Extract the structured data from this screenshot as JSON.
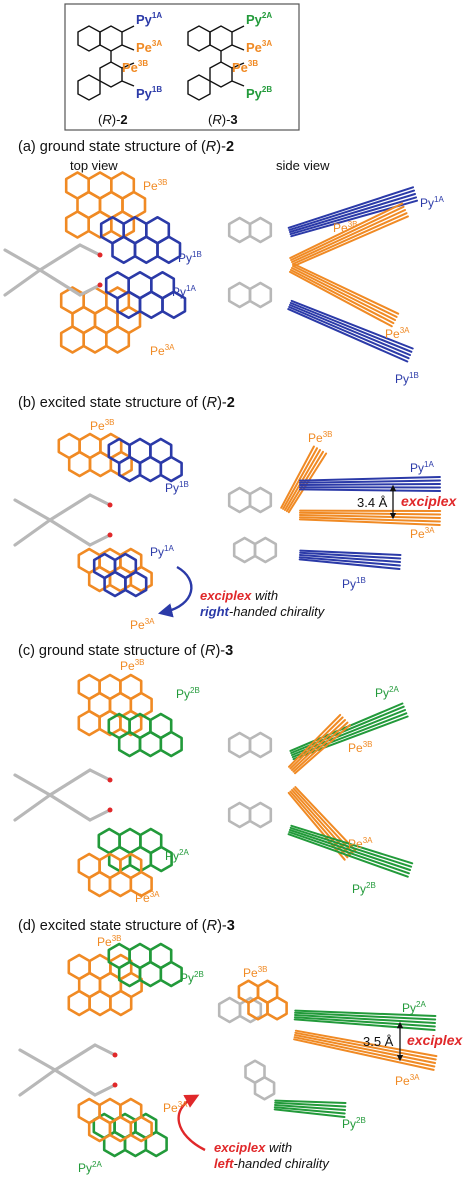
{
  "colors": {
    "py": "#2b3aa8",
    "pe": "#f08a24",
    "py3": "#229a3a",
    "red": "#e0282a",
    "stick": "#b8b8b8",
    "box": "#555555"
  },
  "schemes": [
    {
      "compound": "2",
      "py_a": "Py",
      "py_a_sup": "1A",
      "pe_a": "Pe",
      "pe_a_sup": "3A",
      "pe_b": "Pe",
      "pe_b_sup": "3B",
      "py_b": "Py",
      "py_b_sup": "1B",
      "caption_pre": "(",
      "caption_r": "R",
      "caption_post": ")-",
      "caption_num": "2"
    },
    {
      "compound": "3",
      "py_a": "Py",
      "py_a_sup": "2A",
      "pe_a": "Pe",
      "pe_a_sup": "3A",
      "pe_b": "Pe",
      "pe_b_sup": "3B",
      "py_b": "Py",
      "py_b_sup": "2B",
      "caption_pre": "(",
      "caption_r": "R",
      "caption_post": ")-",
      "caption_num": "3"
    }
  ],
  "panels": [
    {
      "id": "a",
      "caption_pre": "(a) ground state structure of (",
      "caption_r": "R",
      "caption_post": ")-",
      "caption_num": "2",
      "top_view": "top view",
      "side_view": "side view"
    },
    {
      "id": "b",
      "caption_pre": "(b) excited state structure of (",
      "caption_r": "R",
      "caption_post": ")-",
      "caption_num": "2",
      "distance": "3.4 Å",
      "exciplex": "exciplex",
      "note_exciplex": "exciplex",
      "note_with": " with",
      "note_hand": "right",
      "note_rest": "-handed chirality"
    },
    {
      "id": "c",
      "caption_pre": "(c) ground state structure of (",
      "caption_r": "R",
      "caption_post": ")-",
      "caption_num": "3"
    },
    {
      "id": "d",
      "caption_pre": "(d) excited state structure of (",
      "caption_r": "R",
      "caption_post": ")-",
      "caption_num": "3",
      "distance": "3.5 Å",
      "exciplex": "exciplex",
      "note_exciplex": "exciplex",
      "note_with": " with",
      "note_hand": "left",
      "note_rest": "-handed chirality"
    }
  ],
  "labels": {
    "a": {
      "pe3b_top": "Pe",
      "pe3b_top_sup": "3B",
      "py1b_top": "Py",
      "py1b_top_sup": "1B",
      "py1a_top": "Py",
      "py1a_top_sup": "1A",
      "pe3a_top": "Pe",
      "pe3a_top_sup": "3A",
      "py1a_side": "Py",
      "py1a_side_sup": "1A",
      "pe3b_side": "Pe",
      "pe3b_side_sup": "3B",
      "pe3a_side": "Pe",
      "pe3a_side_sup": "3A",
      "py1b_side": "Py",
      "py1b_side_sup": "1B"
    },
    "b": {
      "pe3b_top": "Pe",
      "pe3b_top_sup": "3B",
      "py1b_top": "Py",
      "py1b_top_sup": "1B",
      "py1a_top": "Py",
      "py1a_top_sup": "1A",
      "pe3a_top": "Pe",
      "pe3a_top_sup": "3A",
      "pe3b_side": "Pe",
      "pe3b_side_sup": "3B",
      "py1a_side": "Py",
      "py1a_side_sup": "1A",
      "pe3a_side": "Pe",
      "pe3a_side_sup": "3A",
      "py1b_side": "Py",
      "py1b_side_sup": "1B"
    },
    "c": {
      "pe3b_top": "Pe",
      "pe3b_top_sup": "3B",
      "py2b_top": "Py",
      "py2b_top_sup": "2B",
      "py2a_top": "Py",
      "py2a_top_sup": "2A",
      "pe3a_top": "Pe",
      "pe3a_top_sup": "3A",
      "py2a_side": "Py",
      "py2a_side_sup": "2A",
      "pe3b_side": "Pe",
      "pe3b_side_sup": "3B",
      "pe3a_side": "Pe",
      "pe3a_side_sup": "3A",
      "py2b_side": "Py",
      "py2b_side_sup": "2B"
    },
    "d": {
      "pe3b_top": "Pe",
      "pe3b_top_sup": "3B",
      "py2b_top": "Py",
      "py2b_top_sup": "2B",
      "pe3a_top": "Pe",
      "pe3a_top_sup": "3A",
      "py2a_top": "Py",
      "py2a_top_sup": "2A",
      "pe3b_side": "Pe",
      "pe3b_side_sup": "3B",
      "py2a_side": "Py",
      "py2a_side_sup": "2A",
      "pe3a_side": "Pe",
      "pe3a_side_sup": "3A",
      "py2b_side": "Py",
      "py2b_side_sup": "2B"
    }
  }
}
